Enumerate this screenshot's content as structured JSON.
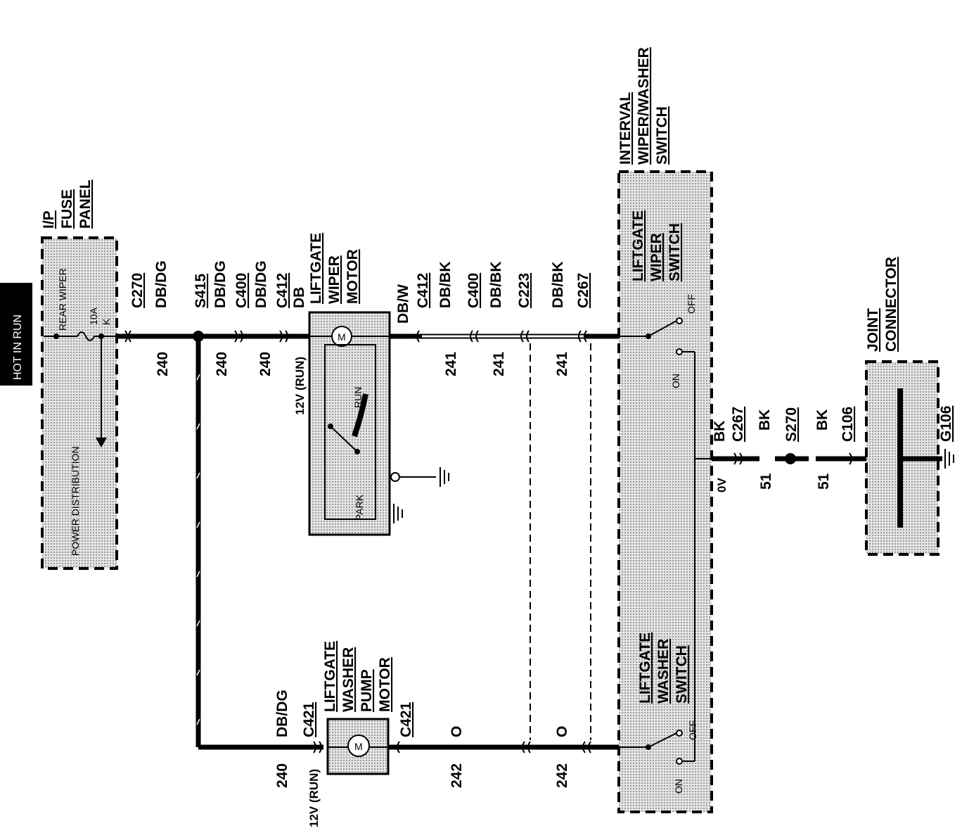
{
  "status_tag": "HOT IN RUN",
  "components": {
    "fuse_panel": {
      "title": [
        "I/P",
        "FUSE",
        "PANEL"
      ],
      "fuse_name": "REAR WIPER",
      "fuse_rating": "10A",
      "fuse_id": "K",
      "section": "POWER DISTRIBUTION"
    },
    "wiper_motor": {
      "title": [
        "LIFTGATE",
        "WIPER",
        "MOTOR"
      ],
      "run": "RUN",
      "park": "PARK",
      "motor_symbol": "M",
      "voltage": "12V (RUN)"
    },
    "washer_pump": {
      "title": [
        "LIFTGATE",
        "WASHER",
        "PUMP",
        "MOTOR"
      ],
      "motor_symbol": "M",
      "voltage": "12V (RUN)"
    },
    "interval_switch": {
      "title": [
        "INTERVAL",
        "WIPER/WASHER",
        "SWITCH"
      ]
    },
    "wiper_switch": {
      "title": [
        "LIFTGATE",
        "WIPER",
        "SWITCH"
      ],
      "off": "OFF",
      "on": "ON"
    },
    "washer_switch": {
      "title": [
        "LIFTGATE",
        "WASHER",
        "SWITCH"
      ],
      "off": "OFF",
      "on": "ON"
    },
    "joint_connector": {
      "title": [
        "JOINT",
        "CONNECTOR"
      ]
    }
  },
  "connectors": {
    "c270": "C270",
    "s415": "S415",
    "c400a": "C400",
    "c412a": "C412",
    "c412b": "C412",
    "c400b": "C400",
    "c223": "C223",
    "c267a": "C267",
    "c421a": "C421",
    "c421b": "C421",
    "c267b": "C267",
    "s270": "S270",
    "c106": "C106",
    "g106": "G106"
  },
  "wire_colors": {
    "w1": "DB/DG",
    "w2": "DB/DG",
    "w3": "DB/DG",
    "w4": "DB",
    "w5": "DB/W",
    "w6": "DB/BK",
    "w7": "DB/BK",
    "w8": "DB/BK",
    "w9": "DB/DG",
    "w10": "O",
    "w11": "O",
    "g1": "BK",
    "g2": "BK",
    "g3": "BK"
  },
  "circuit_numbers": {
    "n1": "240",
    "n2": "240",
    "n3": "240",
    "n4": "241",
    "n5": "241",
    "n6": "241",
    "n7": "240",
    "n8": "242",
    "n9": "242",
    "g1": "51",
    "g2": "51",
    "g_volt": "0V"
  }
}
